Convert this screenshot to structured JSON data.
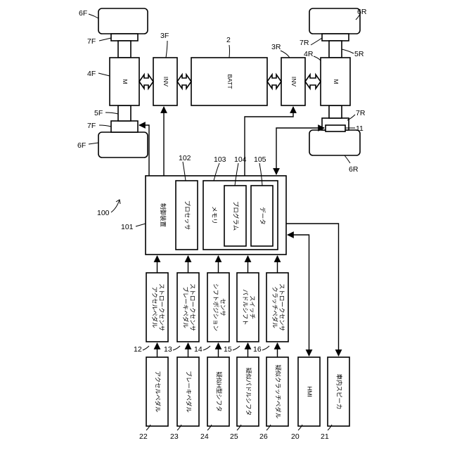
{
  "labels": {
    "battery": "BATT",
    "inverter_front": "INV",
    "inverter_rear": "INV",
    "motor_front": "M",
    "motor_rear": "M",
    "controller": "制御装置",
    "processor": "プロセッサ",
    "memory": "メモリ",
    "program": "プログラム",
    "data": "データ",
    "hmi": "HMI",
    "speaker": "車内スピーカ",
    "sensors": [
      [
        "アクセルペダル",
        "ストロークセンサ"
      ],
      [
        "ブレーキペダル",
        "ストロークセンサ"
      ],
      [
        "シフトポジション",
        "センサ"
      ],
      [
        "パドルシフト",
        "スイッチ"
      ],
      [
        "クラッチペダル",
        "ストロークセンサ"
      ]
    ],
    "inputs": [
      "アクセルペダル",
      "ブレーキペダル",
      "疑似H型シフタ",
      "疑似パドルシフタ",
      "疑似クラッチペダル"
    ]
  },
  "refs": {
    "system": "100",
    "battery": "2",
    "inv_front": "3F",
    "inv_rear": "3R",
    "motor_front": "4F",
    "motor_rear": "4R",
    "joint_front": "5F",
    "joint_rear": "5R",
    "wheel_front_top": "6F",
    "wheel_front_bottom": "6F",
    "wheel_rear_top": "6R",
    "wheel_rear_bottom": "6R",
    "gear_front_top": "7F",
    "gear_front_bottom": "7F",
    "gear_rear_top": "7R",
    "gear_rear_bottom": "7R",
    "brake": "11",
    "controller": "101",
    "processor": "102",
    "memory": "103",
    "program": "104",
    "data": "105",
    "sensors": [
      "12",
      "13",
      "14",
      "15",
      "16"
    ],
    "inputs": [
      "22",
      "23",
      "24",
      "25",
      "26"
    ],
    "hmi": "20",
    "speaker": "21"
  }
}
